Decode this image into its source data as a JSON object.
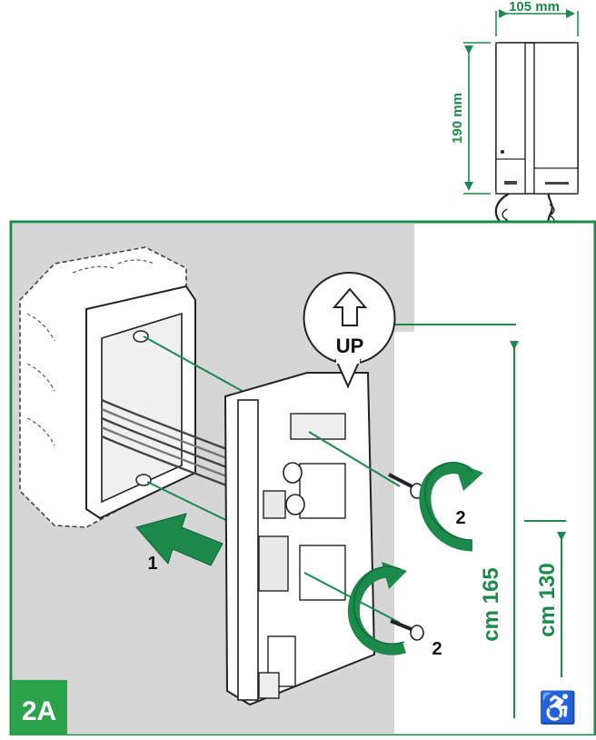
{
  "figure_id": "2A",
  "dimensions": {
    "width": "105 mm",
    "height": "190 mm",
    "mount_height_standard": "cm 165",
    "mount_height_accessible": "cm 130"
  },
  "callout": "UP",
  "step_labels": {
    "insert": "1",
    "screw_top": "2",
    "screw_bottom": "2"
  },
  "accessibility_symbol": "♿",
  "colors": {
    "accent_green": "#1b8a4a",
    "badge_green": "#2aa34a",
    "panel_gray": "#d6d6d6"
  }
}
